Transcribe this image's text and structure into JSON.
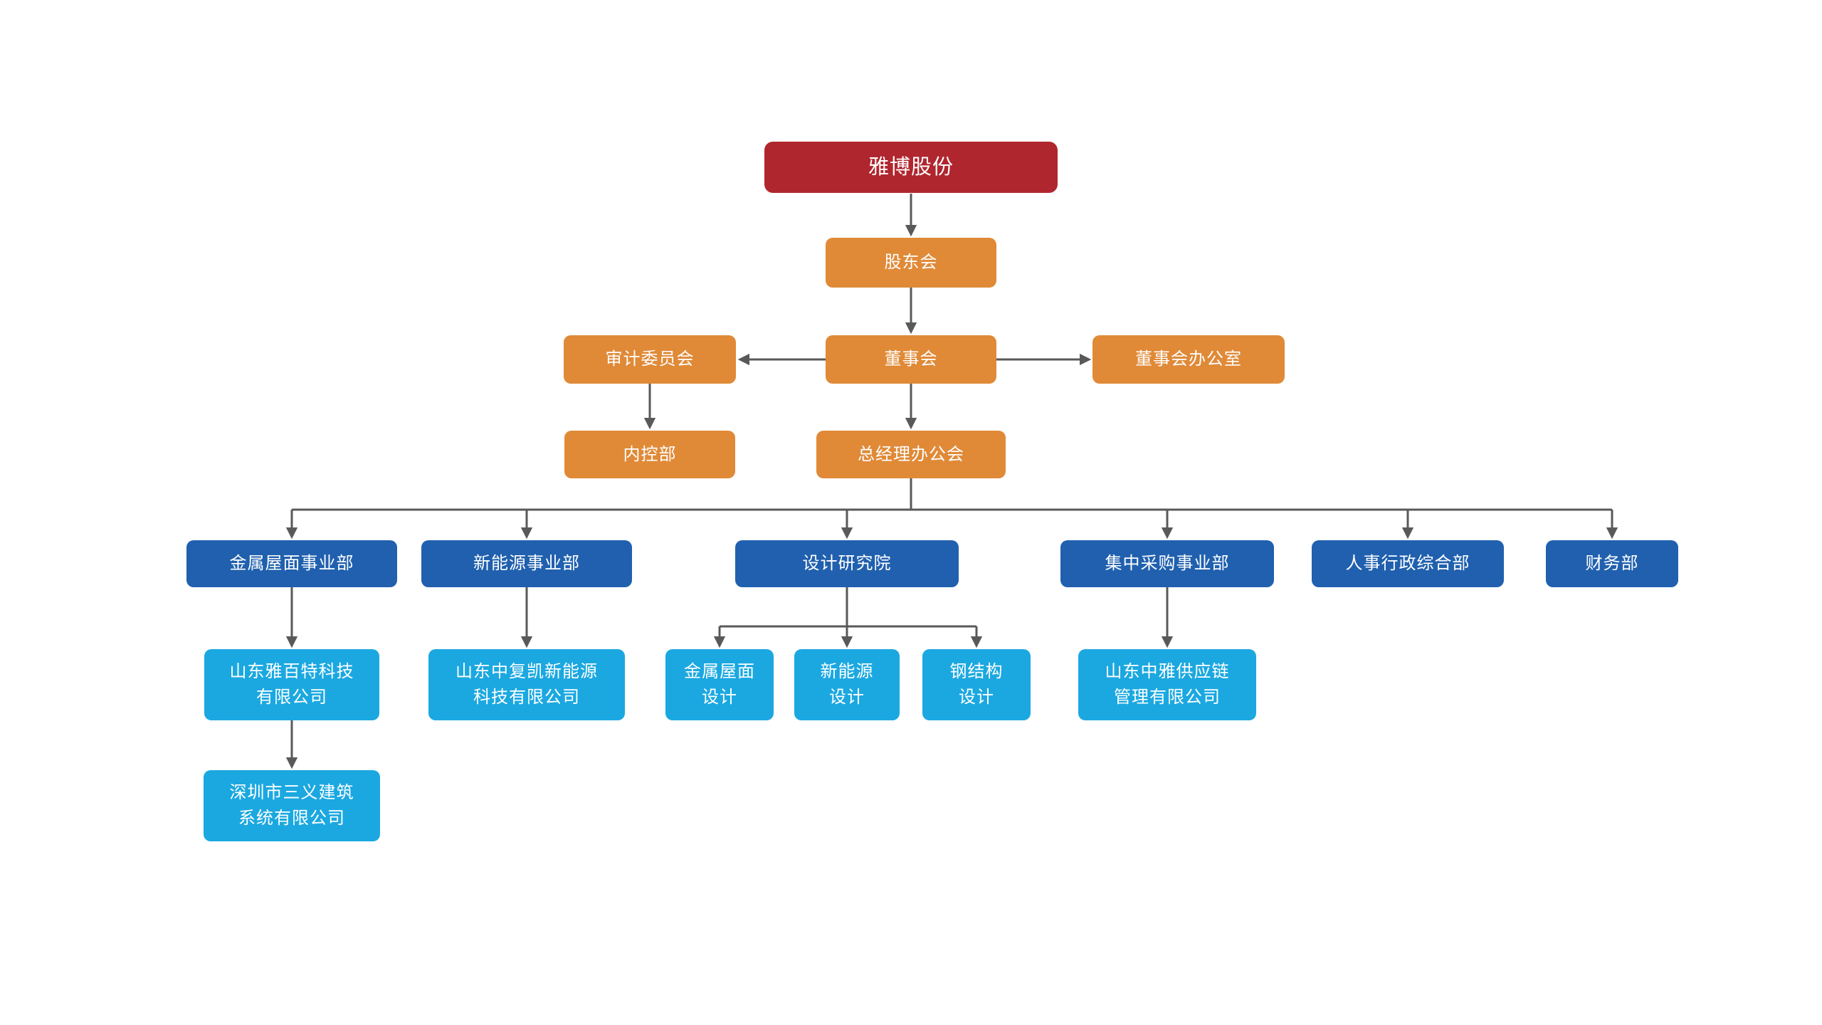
{
  "diagram_type": "org-chart",
  "colors": {
    "root_box": "#b0262e",
    "governance_box": "#e08a38",
    "department_box": "#2060ae",
    "subsidiary_box": "#1ba8e1",
    "connector_line": "#595959",
    "text": "#ffffff",
    "background": "#ffffff"
  },
  "nodes": {
    "root": {
      "label": "雅博股份"
    },
    "shareholders_meeting": {
      "label": "股东会"
    },
    "audit_committee": {
      "label": "审计委员会"
    },
    "board_of_directors": {
      "label": "董事会"
    },
    "board_office": {
      "label": "董事会办公室"
    },
    "internal_control_dept": {
      "label": "内控部"
    },
    "gm_office_meeting": {
      "label": "总经理办公会"
    },
    "metal_roof_division": {
      "label": "金属屋面事业部"
    },
    "new_energy_division": {
      "label": "新能源事业部"
    },
    "design_institute": {
      "label": "设计研究院"
    },
    "procurement_division": {
      "label": "集中采购事业部"
    },
    "hr_admin_dept": {
      "label": "人事行政综合部"
    },
    "finance_dept": {
      "label": "财务部"
    },
    "yabaite_company": {
      "label": "山东雅百特科技\n有限公司"
    },
    "zhongfukai_company": {
      "label": "山东中复凯新能源\n科技有限公司"
    },
    "metal_roof_design": {
      "label": "金属屋面\n设计"
    },
    "new_energy_design": {
      "label": "新能源\n设计"
    },
    "steel_structure_design": {
      "label": "钢结构\n设计"
    },
    "zhongya_company": {
      "label": "山东中雅供应链\n管理有限公司"
    },
    "sanyi_company": {
      "label": "深圳市三义建筑\n系统有限公司"
    }
  }
}
